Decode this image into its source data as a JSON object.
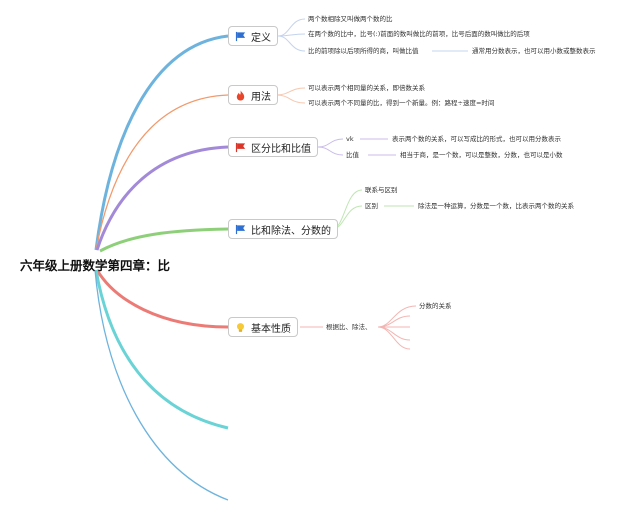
{
  "root": "六年级上册数学第四章：比",
  "branches": [
    {
      "label": "定义",
      "icon": "blue-flag-icon"
    },
    {
      "label": "用法",
      "icon": "fire-icon"
    },
    {
      "label": "区分比和比值",
      "icon": "red-flag-icon"
    },
    {
      "label": "比和除法、分数的",
      "icon": "blue-flag-icon"
    },
    {
      "label": "基本性质",
      "icon": "lightbulb-icon"
    }
  ],
  "definition": {
    "items": [
      "两个数相除又叫做两个数的比",
      "在两个数的比中，比号(:)前面的数叫做比的前项，比号后面的数叫做比的后项",
      "比的前项除以后项所得的商，叫做比值"
    ],
    "note": "通常用分数表示，也可以用小数或整数表示"
  },
  "usage": {
    "items": [
      "可以表示两个相同量的关系，即倍数关系",
      "可以表示两个不同量的比，得到一个新量。例：路程÷速度=时间"
    ]
  },
  "distinguish": {
    "items": [
      {
        "term": "vk",
        "desc": "表示两个数的关系，可以写成比的形式，也可以用分数表示"
      },
      {
        "term": "比值",
        "desc": "相当于商，是一个数，可以是整数，分数，也可以是小数"
      }
    ]
  },
  "relation": {
    "items": [
      "联系与区别",
      "区别"
    ],
    "desc": "除法是一种运算，分数是一个数，比表示两个数的关系"
  },
  "property": {
    "item": "根据比、除法、",
    "sub": "分数的关系"
  },
  "colors": {
    "blue": "#6db3dd",
    "orange": "#f29a6c",
    "purple": "#a38ad8",
    "green": "#8ed07a",
    "red": "#ec7b76",
    "teal": "#6ad3d6",
    "thin": "#c3d4ee"
  }
}
